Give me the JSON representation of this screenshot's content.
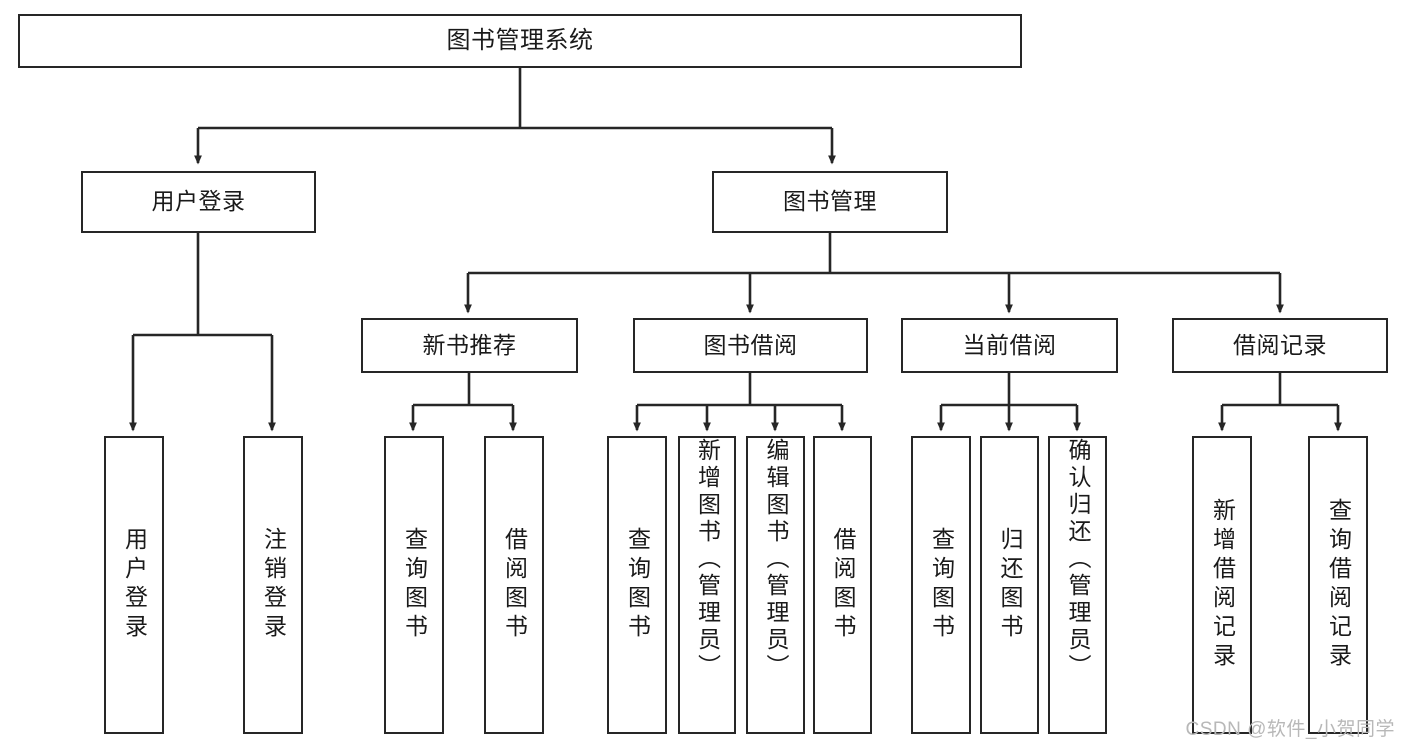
{
  "diagram": {
    "type": "tree-hierarchy",
    "title": "图书管理系统",
    "watermark": "CSDN @软件_小贺同学",
    "colors": {
      "stroke": "#262626",
      "fill": "#ffffff",
      "text": "#1a1a1a",
      "watermark": "#b8b8b8"
    },
    "levels": {
      "level1": [
        {
          "id": "root",
          "label": "图书管理系统"
        }
      ],
      "level2": [
        {
          "id": "user-login",
          "label": "用户登录"
        },
        {
          "id": "book-manage",
          "label": "图书管理"
        }
      ],
      "level3": [
        {
          "id": "new-book-recommend",
          "label": "新书推荐"
        },
        {
          "id": "book-borrow",
          "label": "图书借阅"
        },
        {
          "id": "current-borrow",
          "label": "当前借阅"
        },
        {
          "id": "borrow-record",
          "label": "借阅记录"
        }
      ],
      "level4": [
        {
          "id": "leaf-user-login",
          "label": "用户登录",
          "parent": "user-login"
        },
        {
          "id": "leaf-logout",
          "label": "注销登录",
          "parent": "user-login"
        },
        {
          "id": "leaf-query-book-1",
          "label": "查询图书",
          "parent": "new-book-recommend"
        },
        {
          "id": "leaf-borrow-book-1",
          "label": "借阅图书",
          "parent": "new-book-recommend"
        },
        {
          "id": "leaf-query-book-2",
          "label": "查询图书",
          "parent": "book-borrow"
        },
        {
          "id": "leaf-add-book",
          "label": "新增图书（管理员）",
          "parent": "book-borrow"
        },
        {
          "id": "leaf-edit-book",
          "label": "编辑图书（管理员）",
          "parent": "book-borrow"
        },
        {
          "id": "leaf-borrow-book-2",
          "label": "借阅图书",
          "parent": "book-borrow"
        },
        {
          "id": "leaf-query-book-3",
          "label": "查询图书",
          "parent": "current-borrow"
        },
        {
          "id": "leaf-return-book",
          "label": "归还图书",
          "parent": "current-borrow"
        },
        {
          "id": "leaf-confirm-return",
          "label": "确认归还（管理员）",
          "parent": "current-borrow"
        },
        {
          "id": "leaf-add-record",
          "label": "新增借阅记录",
          "parent": "borrow-record"
        },
        {
          "id": "leaf-query-record",
          "label": "查询借阅记录",
          "parent": "borrow-record"
        }
      ]
    }
  }
}
